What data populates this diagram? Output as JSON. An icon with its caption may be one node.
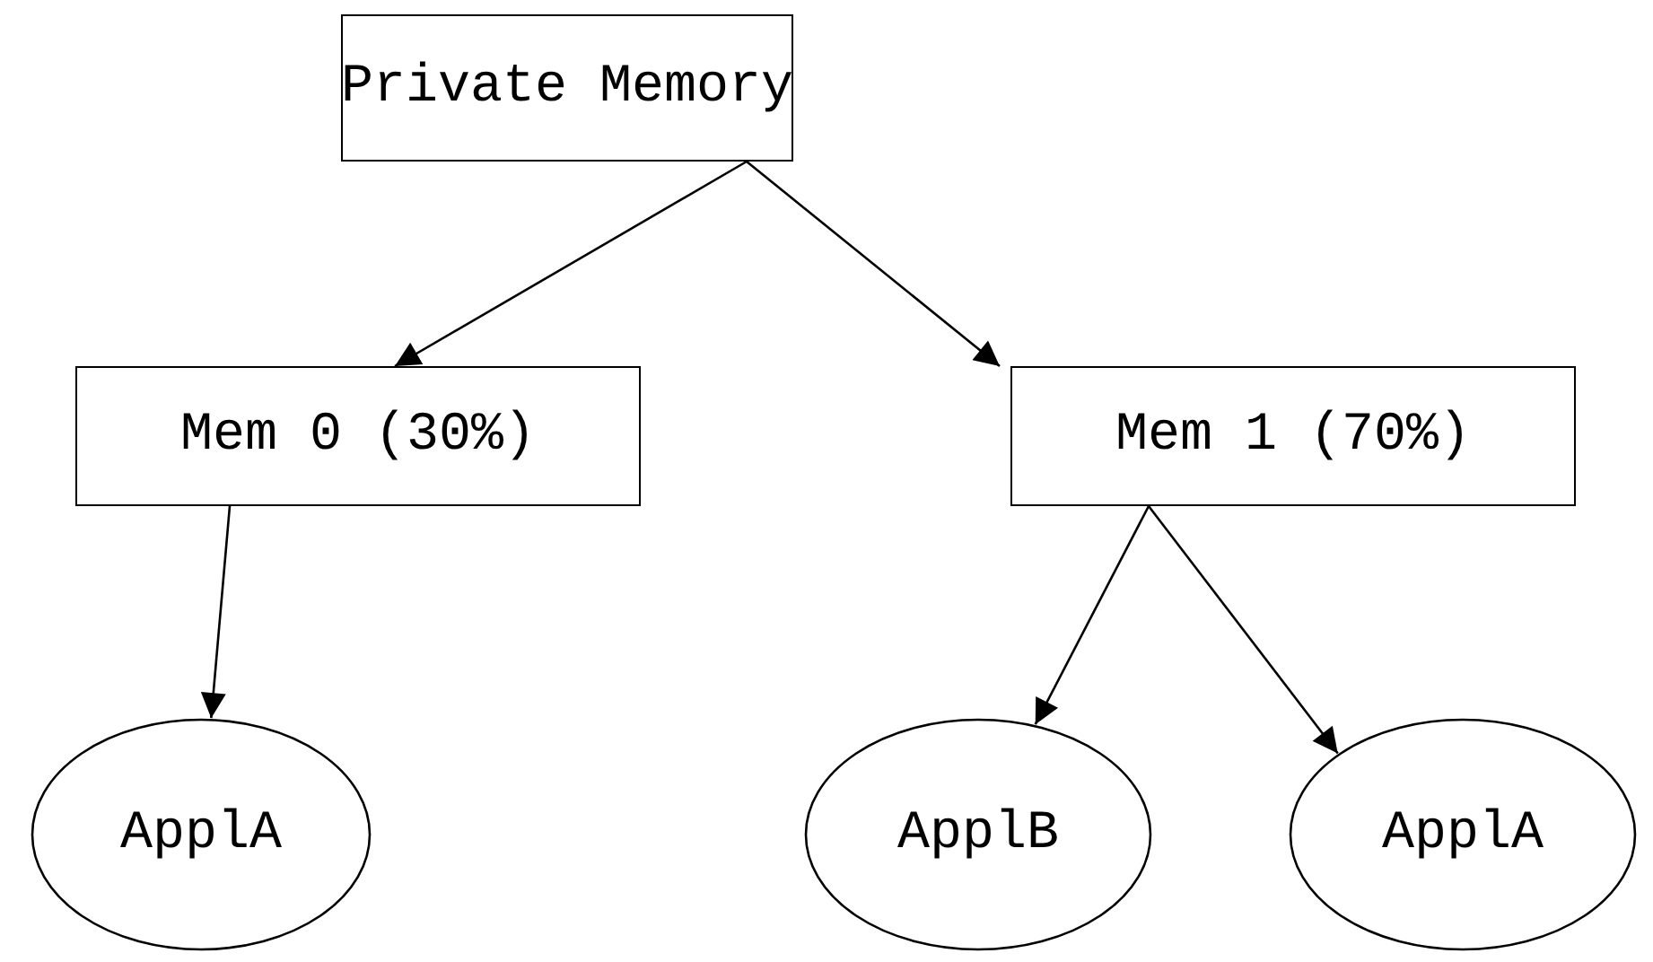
{
  "diagram": {
    "nodes": [
      {
        "text": [
          "Private Memory"
        ]
      },
      {
        "text": [
          "Mem 0 (30%)"
        ]
      },
      {
        "text": [
          "Mem 1 (70%)"
        ]
      },
      {
        "text": [
          "ApplA"
        ]
      },
      {
        "text": [
          "ApplB"
        ]
      },
      {
        "text": [
          "ApplA"
        ]
      }
    ],
    "edges": [
      {
        "from": 0,
        "to": 1,
        "arrow": "to"
      },
      {
        "from": 0,
        "to": 2,
        "arrow": "to"
      },
      {
        "from": 1,
        "to": 3,
        "arrow": "to"
      },
      {
        "from": 2,
        "to": 4,
        "arrow": "to"
      },
      {
        "from": 2,
        "to": 5,
        "arrow": "to"
      }
    ]
  }
}
